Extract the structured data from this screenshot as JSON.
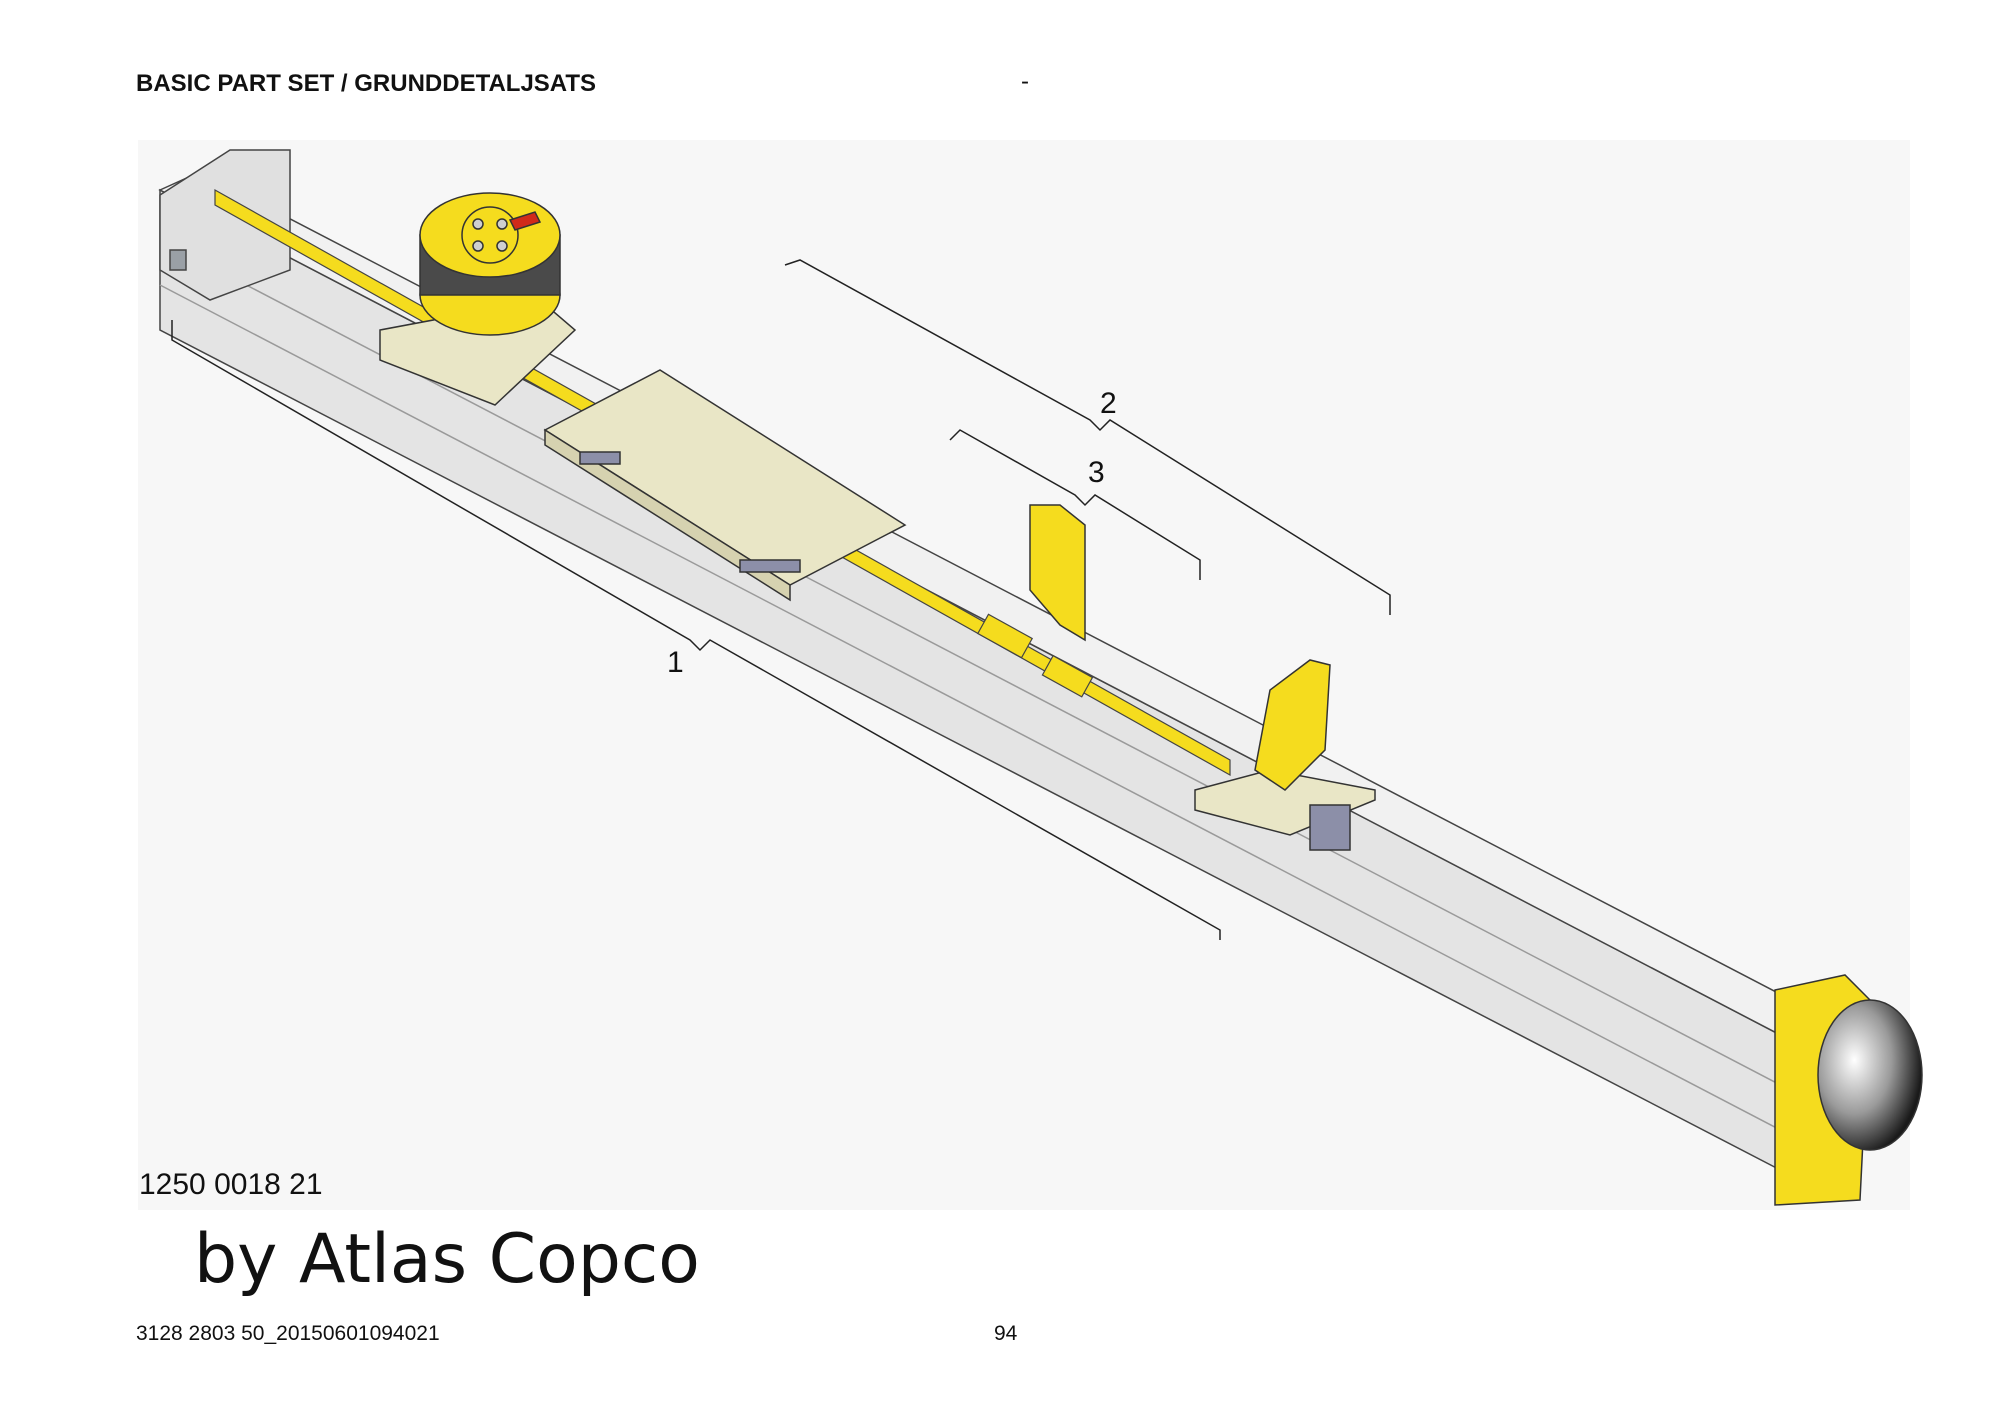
{
  "header": {
    "title": "BASIC PART SET / GRUNDDETALJSATS",
    "dash": "-"
  },
  "callouts": {
    "item_1": "1",
    "item_2": "2",
    "item_3": "3"
  },
  "drawing_number": "1250 0018 21",
  "watermark": "by Atlas Copco",
  "footer": {
    "doc_id": "3128 2803 50_20150601094021",
    "page": "94"
  },
  "colors": {
    "part_yellow": "#f5dc1e",
    "plate": "#e9e6c6",
    "beam": "#e3e3e3",
    "outline": "#3a3a3a"
  }
}
